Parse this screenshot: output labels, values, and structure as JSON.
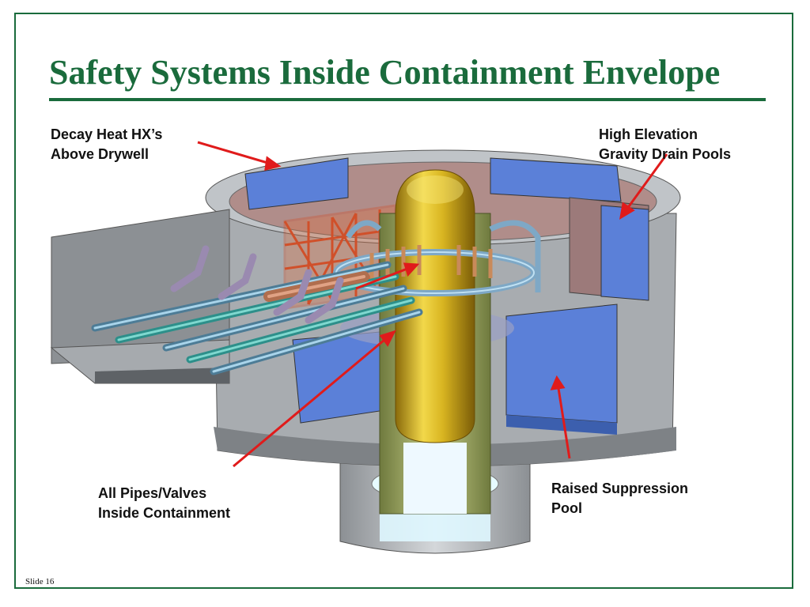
{
  "slide": {
    "title": "Safety Systems Inside Containment Envelope",
    "number_label": "Slide 16"
  },
  "callouts": [
    {
      "id": "decay-heat",
      "lines": [
        "Decay Heat HX’s",
        "Above Drywell"
      ]
    },
    {
      "id": "gravity-pools",
      "lines": [
        "High Elevation",
        "Gravity Drain Pools"
      ]
    },
    {
      "id": "pipes-valves",
      "lines": [
        "All Pipes/Valves",
        "Inside Containment"
      ]
    },
    {
      "id": "suppression-pool",
      "lines": [
        "Raised Suppression",
        "Pool"
      ]
    }
  ],
  "colors": {
    "title_green": "#1a6b3c",
    "arrow_red": "#e01b1b",
    "vessel_gold": "#d4b21c",
    "pool_blue": "#5b80d8",
    "concrete_gray": "#b8bcc0",
    "steel_frame": "#d0502a"
  }
}
